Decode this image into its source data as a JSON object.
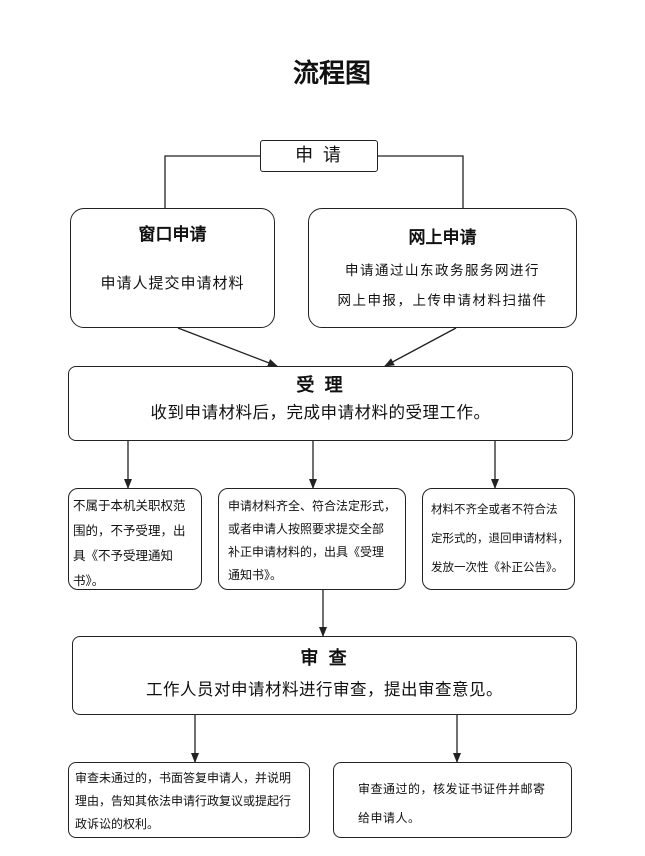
{
  "title": "流程图",
  "nodes": {
    "apply": {
      "label": "申 请"
    },
    "window": {
      "title": "窗口申请",
      "lines": [
        "申请人提交申请材料"
      ]
    },
    "online": {
      "title": "网上申请",
      "lines": [
        "申请通过山东政务服务网进行",
        "网上申报，上传申请材料扫描件"
      ]
    },
    "accept": {
      "title": "受 理",
      "lines": [
        "收到申请材料后，完成申请材料的受理工作。"
      ]
    },
    "reject": {
      "lines": [
        "不属于本机关职权范",
        "围的，不予受理，出",
        "具《不予受理通知",
        "书》。"
      ]
    },
    "accepted": {
      "lines": [
        "申请材料齐全、符合法定形式，",
        "或者申请人按照要求提交全部",
        "补正申请材料的，出具《受理",
        "通知书》。"
      ]
    },
    "supplement": {
      "lines": [
        "材料不齐全或者不符合法",
        "定形式的，退回申请材料，",
        "发放一次性《补正公告》。"
      ]
    },
    "review": {
      "title": "审 查",
      "lines": [
        "工作人员对申请材料进行审查，提出审查意见。"
      ]
    },
    "fail": {
      "lines": [
        "审查未通过的，书面答复申请人，并说明",
        "理由，告知其依法申请行政复议或提起行",
        "政诉讼的权利。"
      ]
    },
    "pass": {
      "lines": [
        "审查通过的，核发证书证件并邮寄",
        "给申请人。"
      ]
    }
  },
  "colors": {
    "stroke": "#222222",
    "background": "#ffffff",
    "text": "#111111"
  }
}
